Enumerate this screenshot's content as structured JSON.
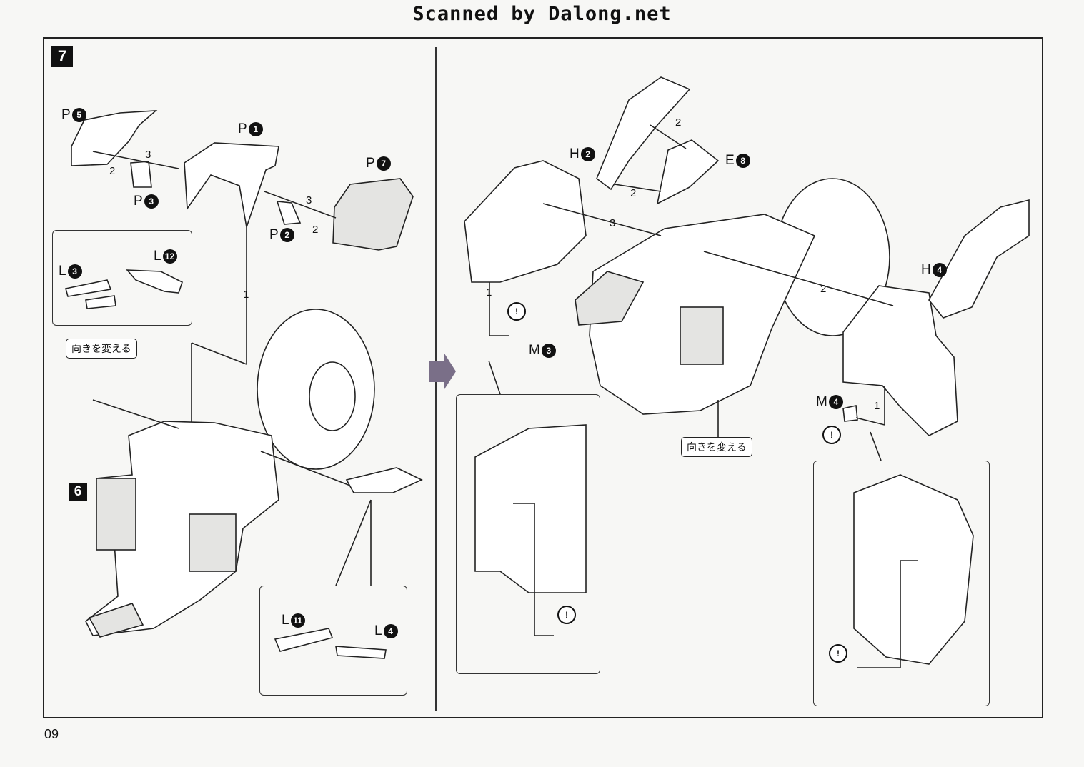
{
  "watermark": "Scanned by Dalong.net",
  "page_number": "09",
  "left_panel": {
    "step_number": "7",
    "sub_step_number": "6",
    "parts": [
      {
        "letter": "P",
        "num": "5"
      },
      {
        "letter": "P",
        "num": "1"
      },
      {
        "letter": "P",
        "num": "3"
      },
      {
        "letter": "P",
        "num": "7"
      },
      {
        "letter": "P",
        "num": "2"
      },
      {
        "letter": "L",
        "num": "3"
      },
      {
        "letter": "L",
        "num": "12"
      },
      {
        "letter": "L",
        "num": "11"
      },
      {
        "letter": "L",
        "num": "4"
      }
    ],
    "orientation_note": "向きを変える",
    "sequence_marks": [
      "3",
      "2",
      "3",
      "2",
      "1"
    ]
  },
  "right_panel": {
    "parts": [
      {
        "letter": "H",
        "num": "2"
      },
      {
        "letter": "E",
        "num": "8"
      },
      {
        "letter": "M",
        "num": "3"
      },
      {
        "letter": "H",
        "num": "4"
      },
      {
        "letter": "M",
        "num": "4"
      }
    ],
    "orientation_note": "向きを変える",
    "sequence_marks": [
      "2",
      "2",
      "3",
      "1",
      "2",
      "1"
    ],
    "caution_symbol": "!"
  },
  "colors": {
    "ink": "#111111",
    "paper": "#f7f7f5",
    "arrow": "#7a6f88"
  }
}
